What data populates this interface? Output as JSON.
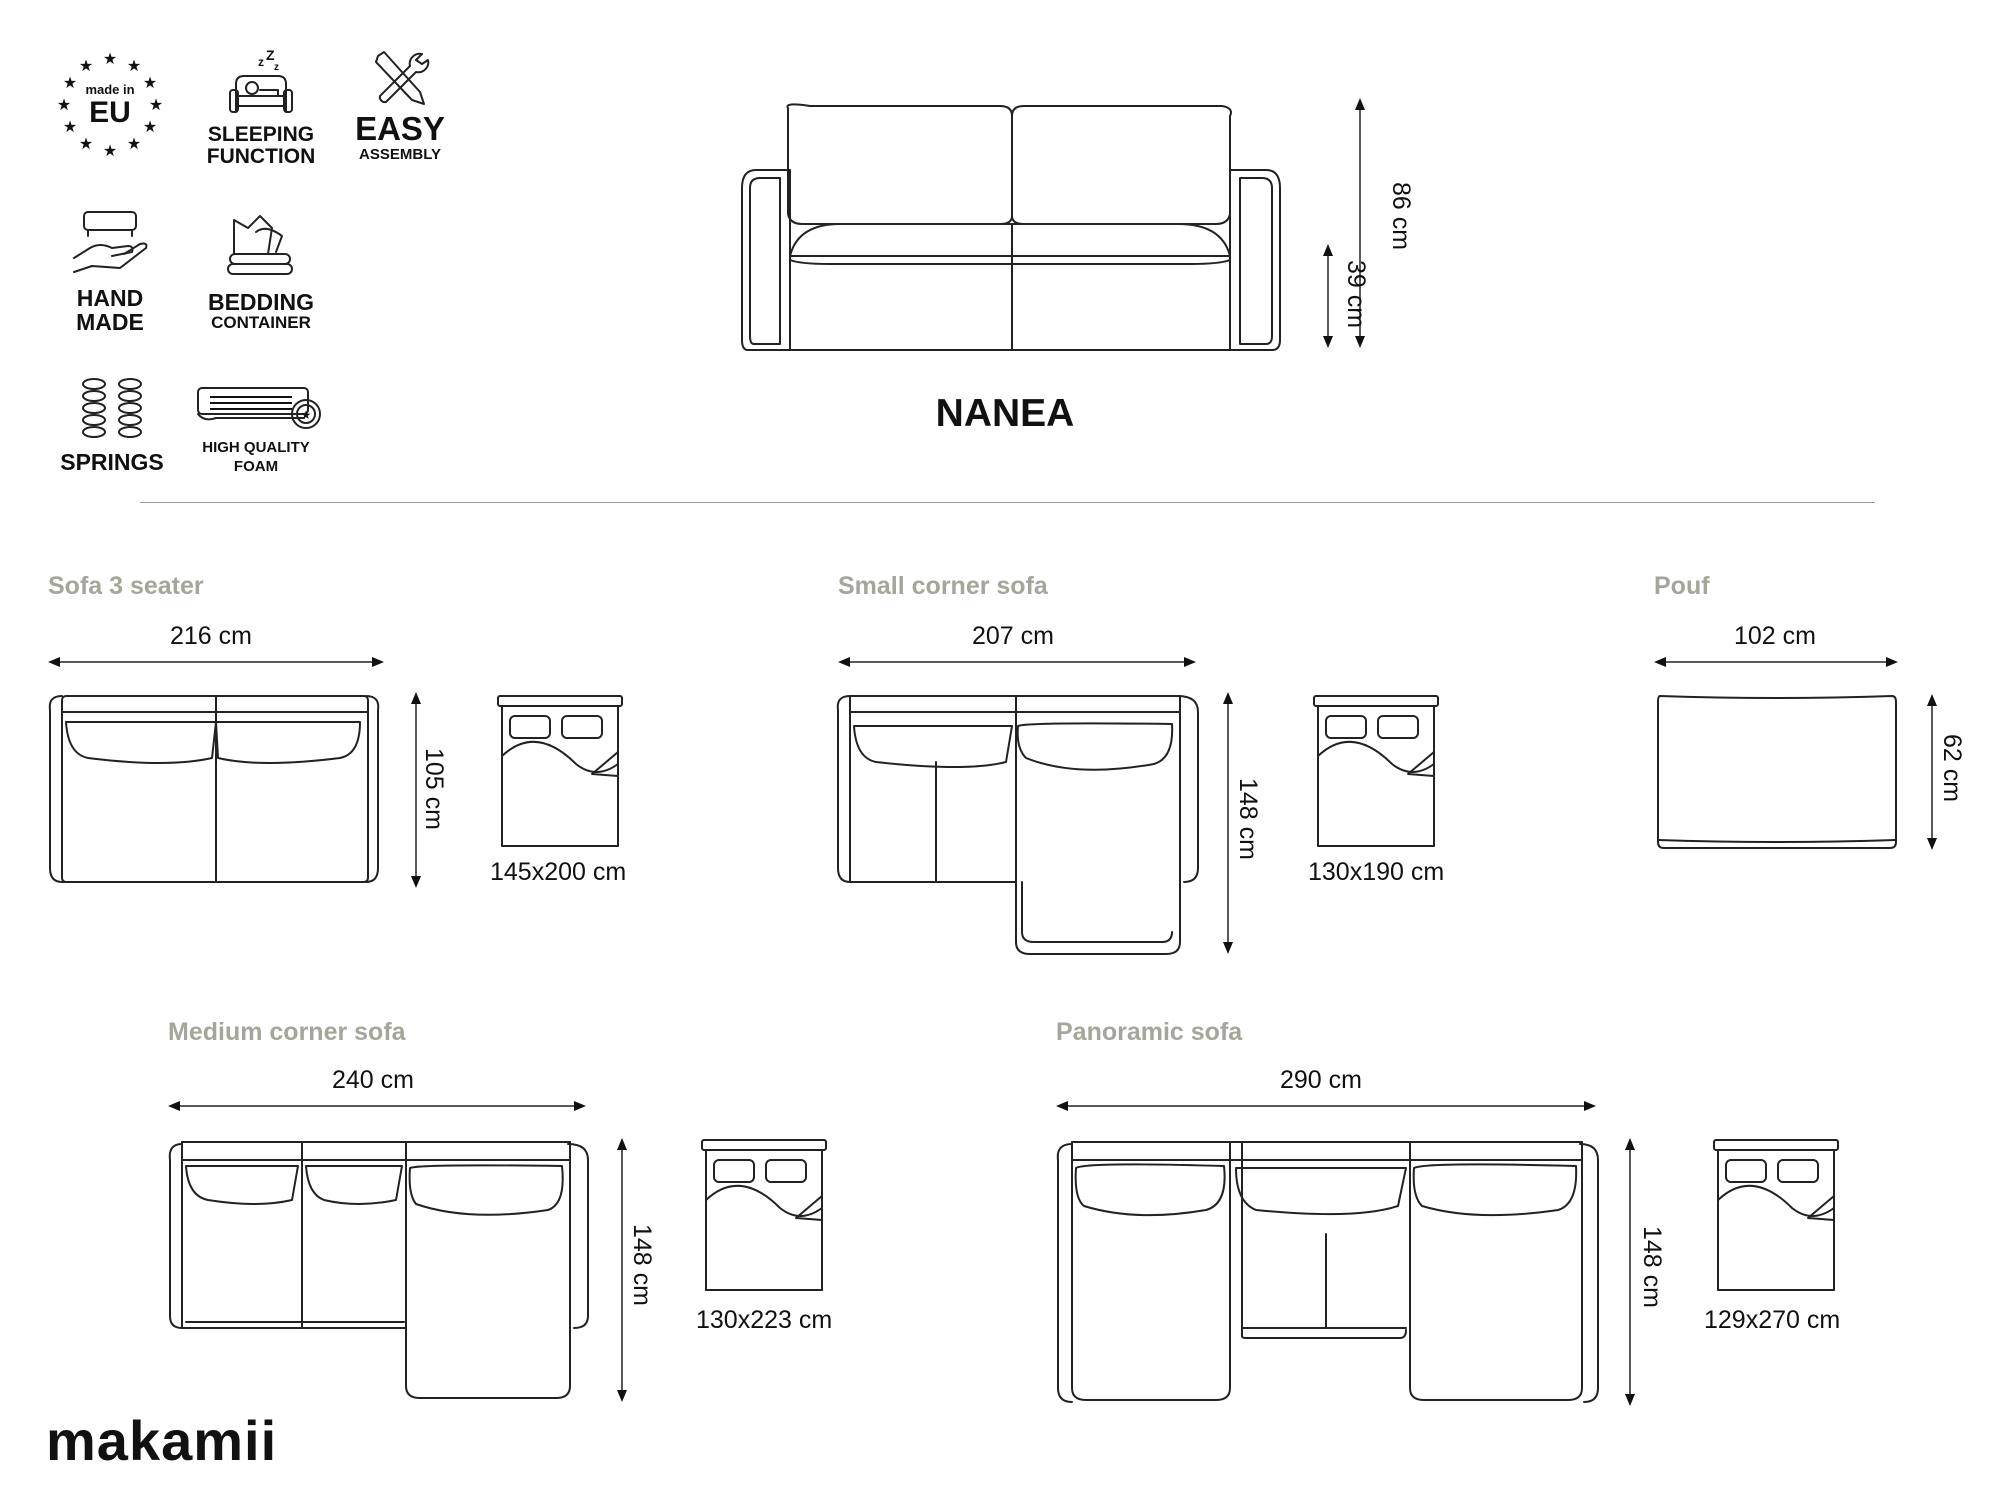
{
  "features": [
    {
      "id": "made_in_eu",
      "badge_small": "made in",
      "badge_big": "EU",
      "label": ""
    },
    {
      "id": "sleeping",
      "line1": "SLEEPING",
      "line2": "FUNCTION"
    },
    {
      "id": "easy",
      "line1": "EASY",
      "line2": "ASSEMBLY"
    },
    {
      "id": "hand_made",
      "line1": "HAND",
      "line2": "MADE"
    },
    {
      "id": "bedding",
      "line1": "BEDDING",
      "line2": "CONTAINER"
    },
    {
      "id": "springs",
      "line1": "SPRINGS"
    },
    {
      "id": "foam",
      "line1": "HIGH QUALITY",
      "line2": "FOAM"
    }
  ],
  "product_name": "NANEA",
  "front_dims": {
    "height_total": "86 cm",
    "height_seat": "39 cm"
  },
  "sections": {
    "sofa3": {
      "title": "Sofa 3 seater",
      "width": "216 cm",
      "depth": "105 cm",
      "bed": "145x200 cm"
    },
    "small_corner": {
      "title": "Small corner sofa",
      "width": "207 cm",
      "depth": "148 cm",
      "bed": "130x190 cm"
    },
    "pouf": {
      "title": "Pouf",
      "width": "102 cm",
      "depth": "62 cm"
    },
    "medium_corner": {
      "title": "Medium corner sofa",
      "width": "240 cm",
      "depth": "148 cm",
      "bed": "130x223 cm"
    },
    "panoramic": {
      "title": "Panoramic sofa",
      "width": "290 cm",
      "depth": "148 cm",
      "bed": "129x270 cm"
    }
  },
  "brand": "makamii"
}
